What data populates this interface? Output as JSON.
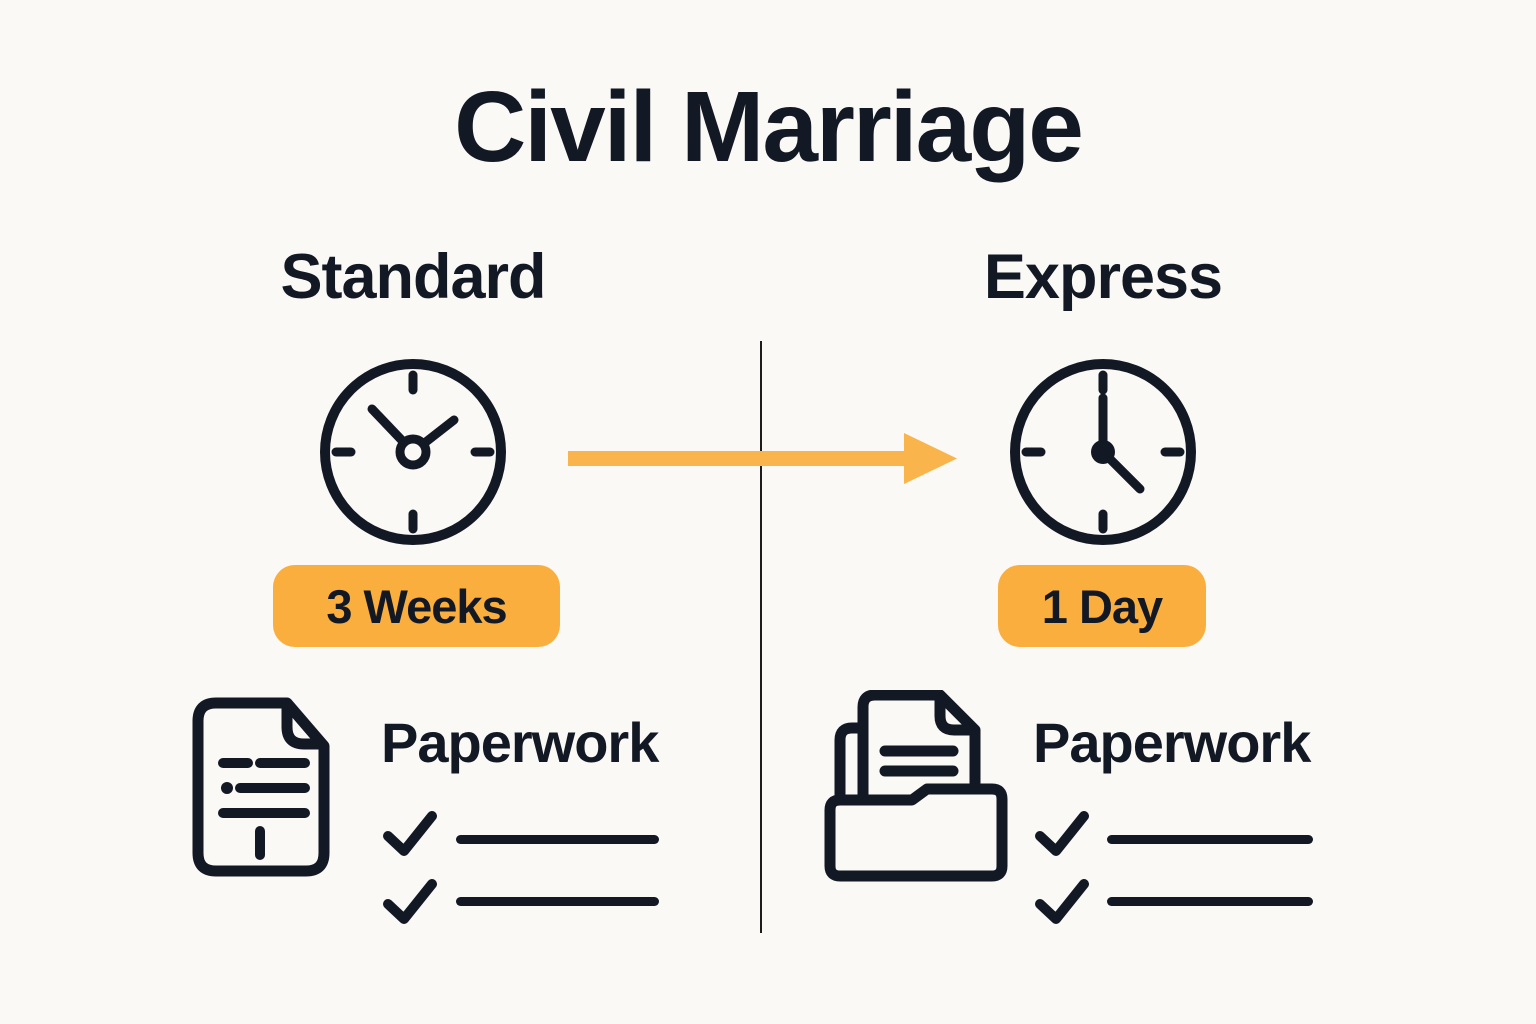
{
  "title": "Civil Marriage",
  "colors": {
    "background": "#FAF9F5",
    "ink": "#131924",
    "badge_accent": "#F9AE3D",
    "arrow_accent": "#FAB44C"
  },
  "arrow": {
    "icon": "right-arrow-icon",
    "direction": "right"
  },
  "columns": {
    "standard": {
      "heading": "Standard",
      "clock_icon": "clock-icon",
      "duration_badge": "3 Weeks",
      "paperwork": {
        "icon": "document-icon",
        "heading": "Paperwork",
        "checklist_items": 2
      }
    },
    "express": {
      "heading": "Express",
      "clock_icon": "clock-icon",
      "duration_badge": "1 Day",
      "paperwork": {
        "icon": "folder-documents-icon",
        "heading": "Paperwork",
        "checklist_items": 2
      }
    }
  }
}
